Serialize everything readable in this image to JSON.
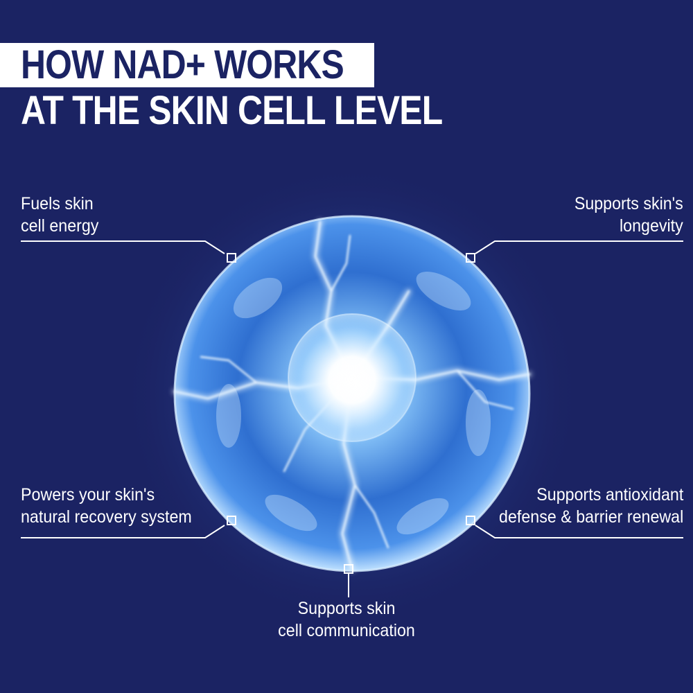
{
  "title": {
    "line1": "HOW NAD+ WORKS",
    "line2": "AT THE SKIN CELL LEVEL"
  },
  "callouts": {
    "top_left": {
      "line1": "Fuels skin",
      "line2": "cell energy"
    },
    "top_right": {
      "line1": "Supports skin's",
      "line2": "longevity"
    },
    "bottom_left": {
      "line1": "Powers your skin's",
      "line2": "natural recovery system"
    },
    "bottom_right": {
      "line1": "Supports antioxidant",
      "line2": "defense & barrier renewal"
    },
    "bottom": {
      "line1": "Supports skin",
      "line2": "cell communication"
    }
  },
  "colors": {
    "background": "#1b2363",
    "title_band": "#ffffff",
    "orb_glow": "#9fd2ff"
  }
}
